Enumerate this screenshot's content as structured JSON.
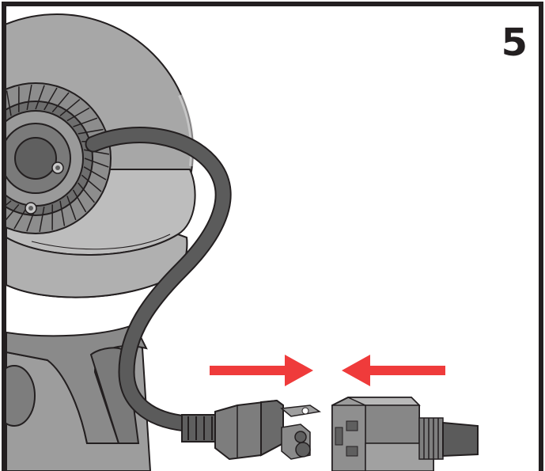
{
  "step": {
    "number": "5"
  },
  "colors": {
    "frame": "#231f20",
    "machine_dark": "#7c7c7c",
    "machine_mid": "#a7a7a7",
    "machine_light": "#c8c8c8",
    "cord": "#5b5b5b",
    "arrow": "#ef3b3b"
  },
  "illustration": {
    "subject": "grinder-power-cord-connection",
    "arrows": [
      {
        "direction": "right",
        "icon": "arrow-right-icon"
      },
      {
        "direction": "left",
        "icon": "arrow-left-icon"
      }
    ]
  }
}
